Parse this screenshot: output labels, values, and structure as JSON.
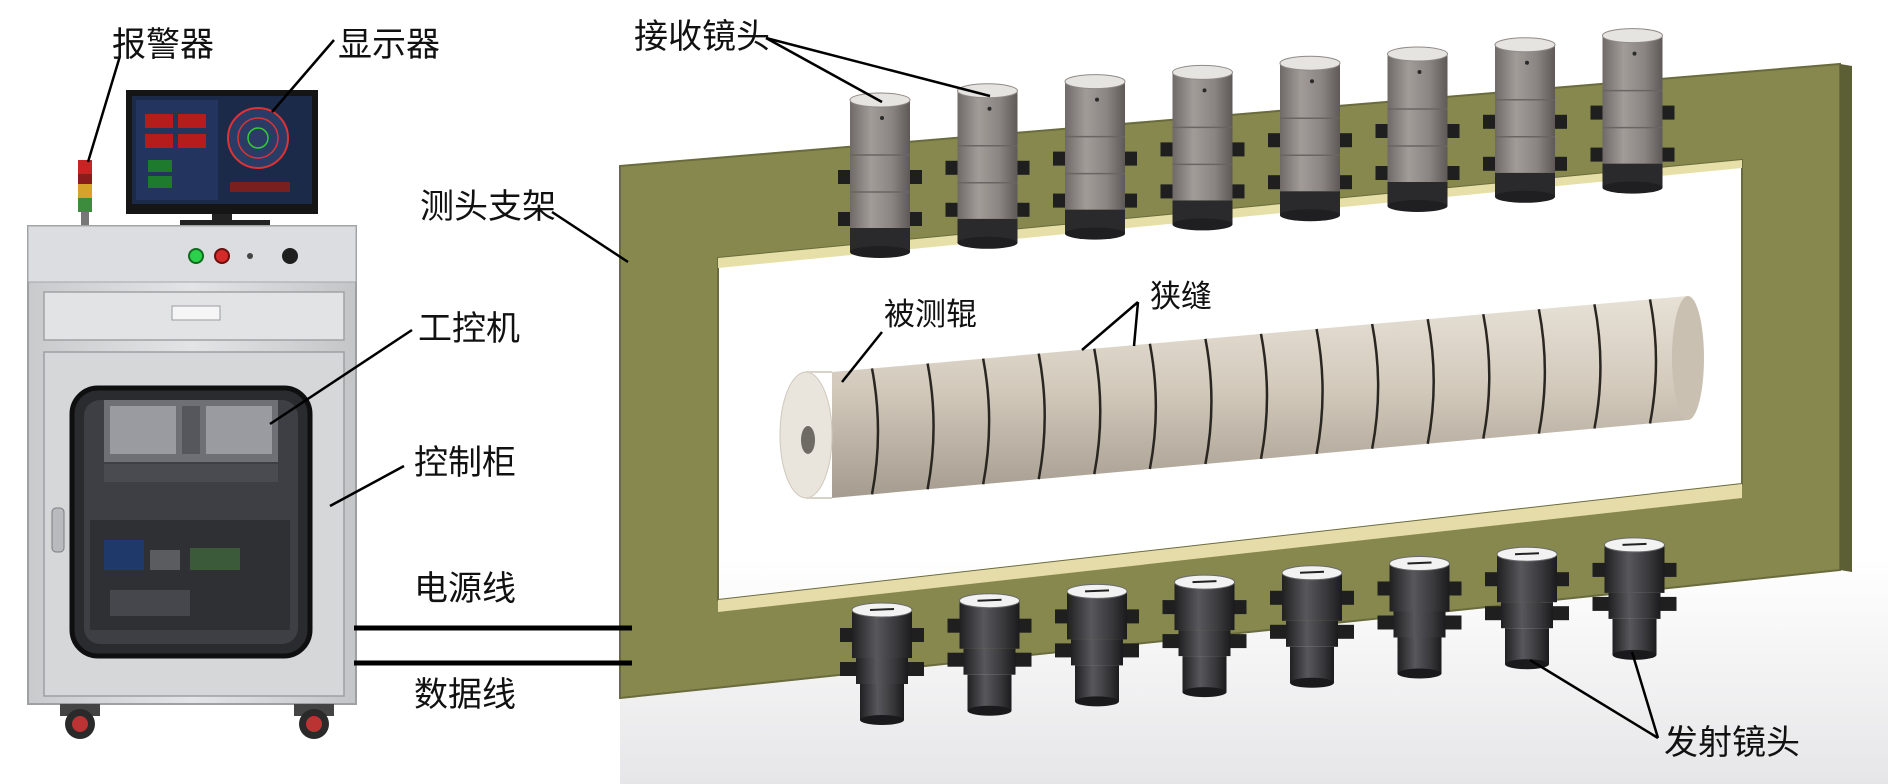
{
  "labels": {
    "alarm": "报警器",
    "display": "显示器",
    "receiver_lens": "接收镜头",
    "probe_frame": "测头支架",
    "ipc": "工控机",
    "control_cabinet": "控制柜",
    "measured_roller": "被测辊",
    "slit": "狭缝",
    "power_line": "电源线",
    "data_line": "数据线",
    "emitter_lens": "发射镜头"
  },
  "colors": {
    "frame": "#86884e",
    "frame_dark": "#6e7040",
    "cabinet": "#d9dadc",
    "roller": "#d3cabc",
    "lens_top": "#8d8886",
    "lens_bottom": "#3b3b3d",
    "bracket": "#1f1f1f",
    "wire": "#000000"
  },
  "counts": {
    "receiver_lenses": 8,
    "emitter_lenses": 8,
    "roller_slits": 15
  }
}
